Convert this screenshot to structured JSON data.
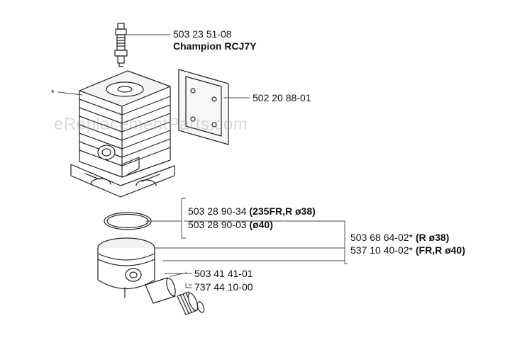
{
  "watermark": "eReplacementParts.com",
  "asterisk": "*",
  "parts": {
    "spark_plug": {
      "number": "503 23 51-08",
      "brand": "Champion RCJ7Y"
    },
    "gasket": {
      "number": "502 20 88-01"
    },
    "ring_1": {
      "number": "503 28 90-34",
      "spec": "(235FR,R ø38)"
    },
    "ring_2": {
      "number": "503 28 90-03",
      "spec": "(ø40)"
    },
    "kit_1": {
      "number": "503 68 64-02*",
      "spec": "(R ø38)"
    },
    "kit_2": {
      "number": "537 10 40-02*",
      "spec": "(FR,R ø40)"
    },
    "pin": {
      "number": "503 41 41-01"
    },
    "bearing": {
      "number": "737 44 10-00"
    }
  }
}
